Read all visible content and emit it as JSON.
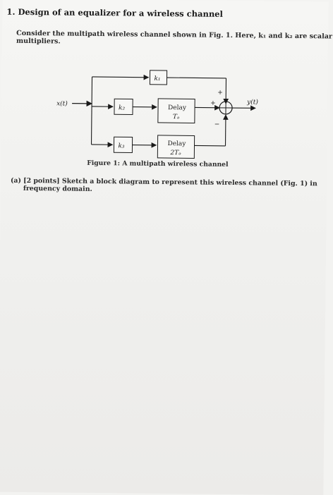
{
  "heading": "1. Design of an equalizer for a wireless channel",
  "intro": {
    "line1": "Consider the multipath wireless channel shown in Fig. 1. Here, k₁ and k₂ are scalar",
    "line2": "multipliers."
  },
  "figure": {
    "input_label": "x(t)",
    "output_label": "y(t)",
    "gain_top": "k₁",
    "gain_middle": "k₂",
    "gain_bottom": "k₃",
    "delay1_line1": "Delay",
    "delay1_line2": "Tₔ",
    "delay2_line1": "Delay",
    "delay2_line2": "2Tₔ",
    "sum_sign_top": "+",
    "sum_sign_left": "+",
    "sum_sign_bottom": "−",
    "caption": "Figure 1: A multipath wireless channel"
  },
  "question_a": {
    "line1": "(a)  [2 points] Sketch a block diagram to represent this wireless channel (Fig. 1) in",
    "line2": "frequency domain."
  }
}
